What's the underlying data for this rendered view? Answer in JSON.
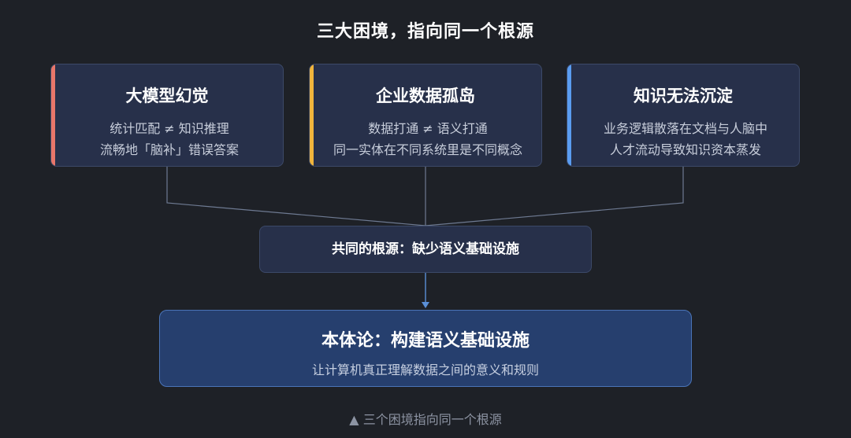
{
  "title": "三大困境，指向同一个根源",
  "cards": [
    {
      "title": "大模型幻觉",
      "line1": "统计匹配 ≠ 知识推理",
      "line2": "流畅地「脑补」错误答案",
      "accent": "#e8766a"
    },
    {
      "title": "企业数据孤岛",
      "line1": "数据打通 ≠ 语义打通",
      "line2": "同一实体在不同系统里是不同概念",
      "accent": "#f0b43c"
    },
    {
      "title": "知识无法沉淀",
      "line1": "业务逻辑散落在文档与人脑中",
      "line2": "人才流动导致知识资本蒸发",
      "accent": "#5a9cf0"
    }
  ],
  "root": {
    "label": "共同的根源：缺少语义基础设施"
  },
  "solution": {
    "title": "本体论：构建语义基础设施",
    "subtitle": "让计算机真正理解数据之间的意义和规则"
  },
  "caption": "▲ 三个困境指向同一个根源",
  "colors": {
    "background": "#1e2127",
    "card": "#27304a",
    "solution": "#263f6e",
    "connector": "#6e7a92",
    "arrow": "#5a8fd8"
  }
}
